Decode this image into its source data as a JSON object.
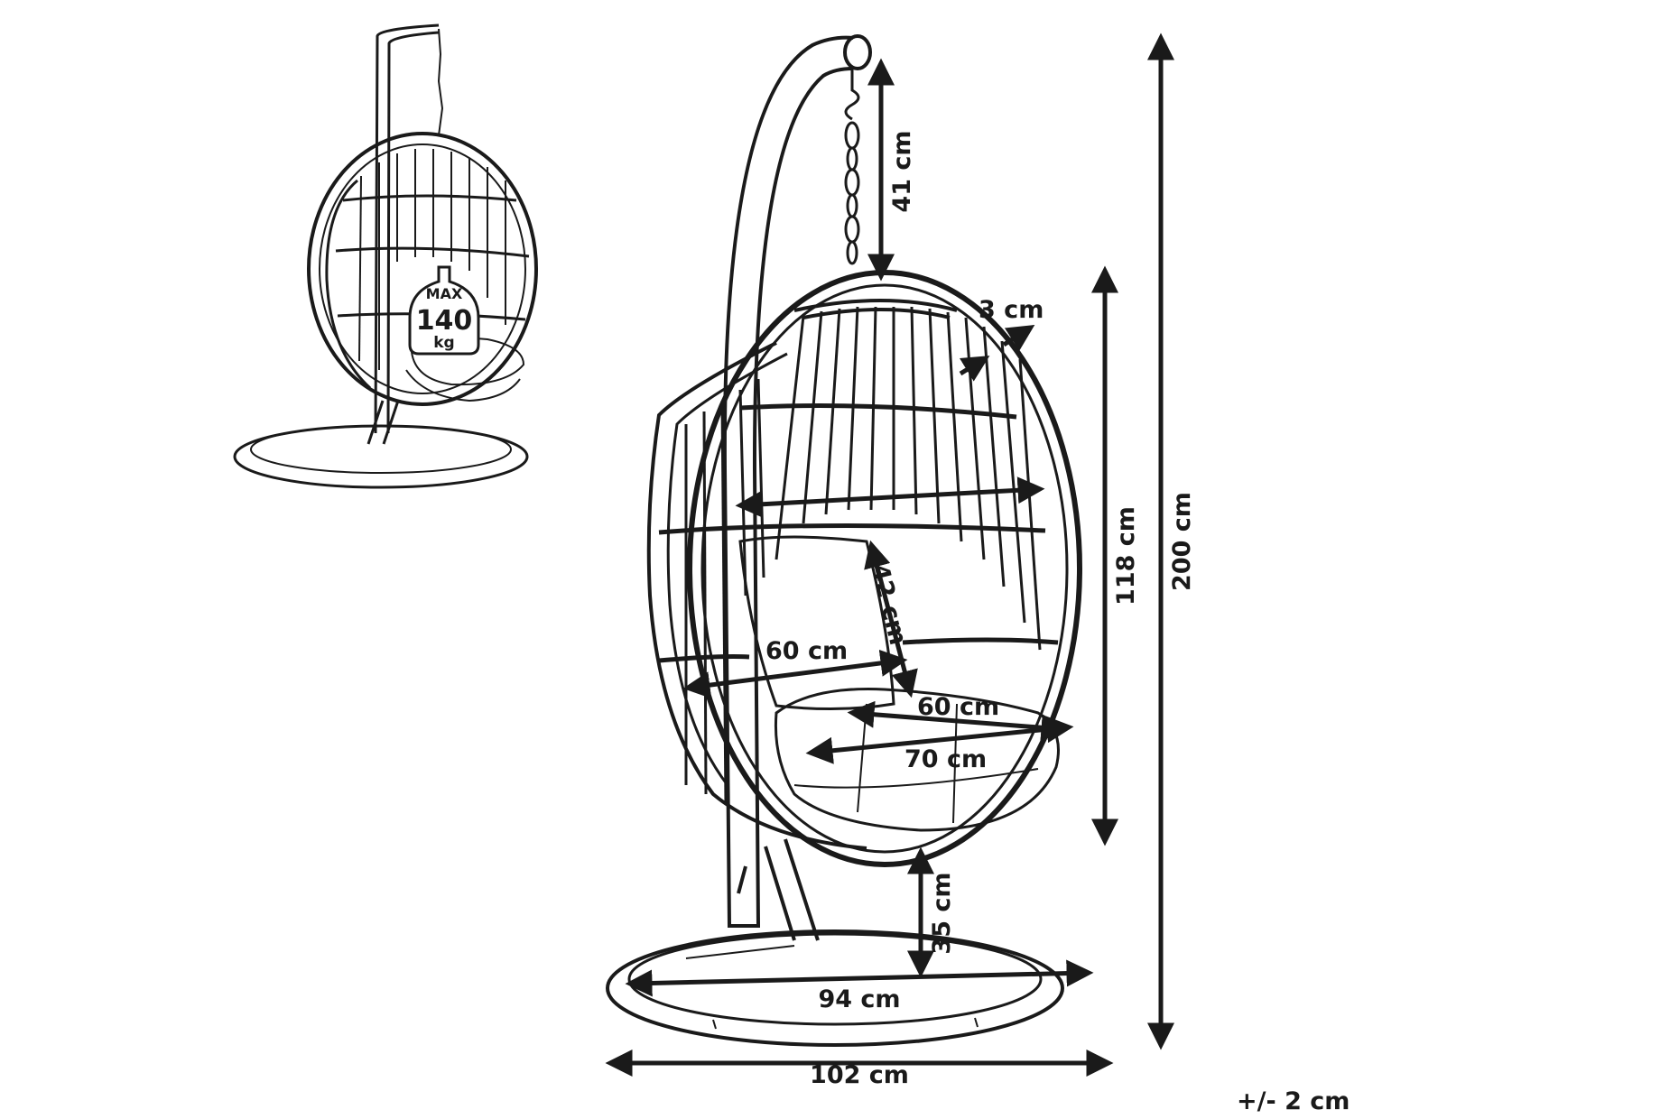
{
  "badge": {
    "line1": "MAX",
    "line2": "140",
    "line3": "kg"
  },
  "dimensions": {
    "chain": "41 cm",
    "rim": "3 cm",
    "egg_height": "118 cm",
    "total_height": "200 cm",
    "backrest_height": "42 cm",
    "inner_width": "60 cm",
    "cushion_width": "60 cm",
    "seat_width": "70 cm",
    "ground_clearance": "35 cm",
    "base_diameter": "94 cm",
    "total_width": "102 cm"
  },
  "tolerance": "+/- 2 cm",
  "colors": {
    "line": "#1a1a1a",
    "background": "#ffffff"
  }
}
